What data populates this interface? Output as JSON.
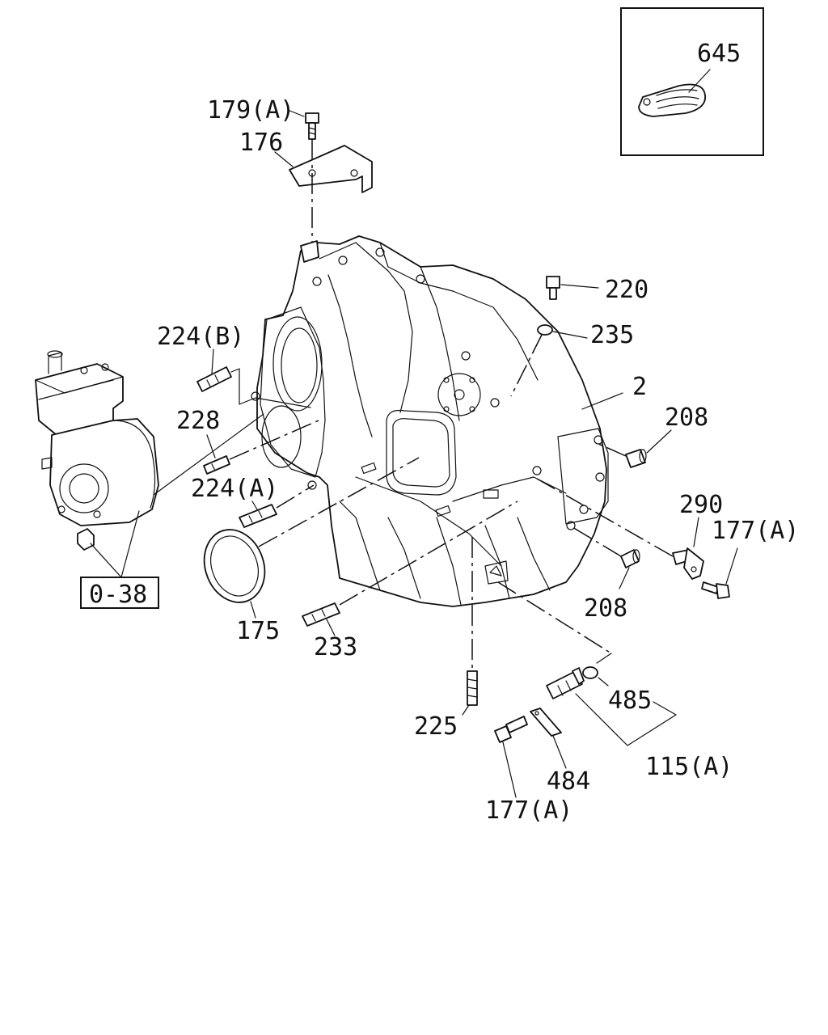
{
  "labels": {
    "l179a": "179(A)",
    "l176": "176",
    "l645": "645",
    "l220": "220",
    "l235": "235",
    "l224b": "224(B)",
    "l2": "2",
    "l208a": "208",
    "l228": "228",
    "l224a": "224(A)",
    "l290": "290",
    "l177a1": "177(A)",
    "l038": "0-38",
    "l208b": "208",
    "l175": "175",
    "l233": "233",
    "l485": "485",
    "l225": "225",
    "l115a": "115(A)",
    "l484": "484",
    "l177a2": "177(A)"
  }
}
